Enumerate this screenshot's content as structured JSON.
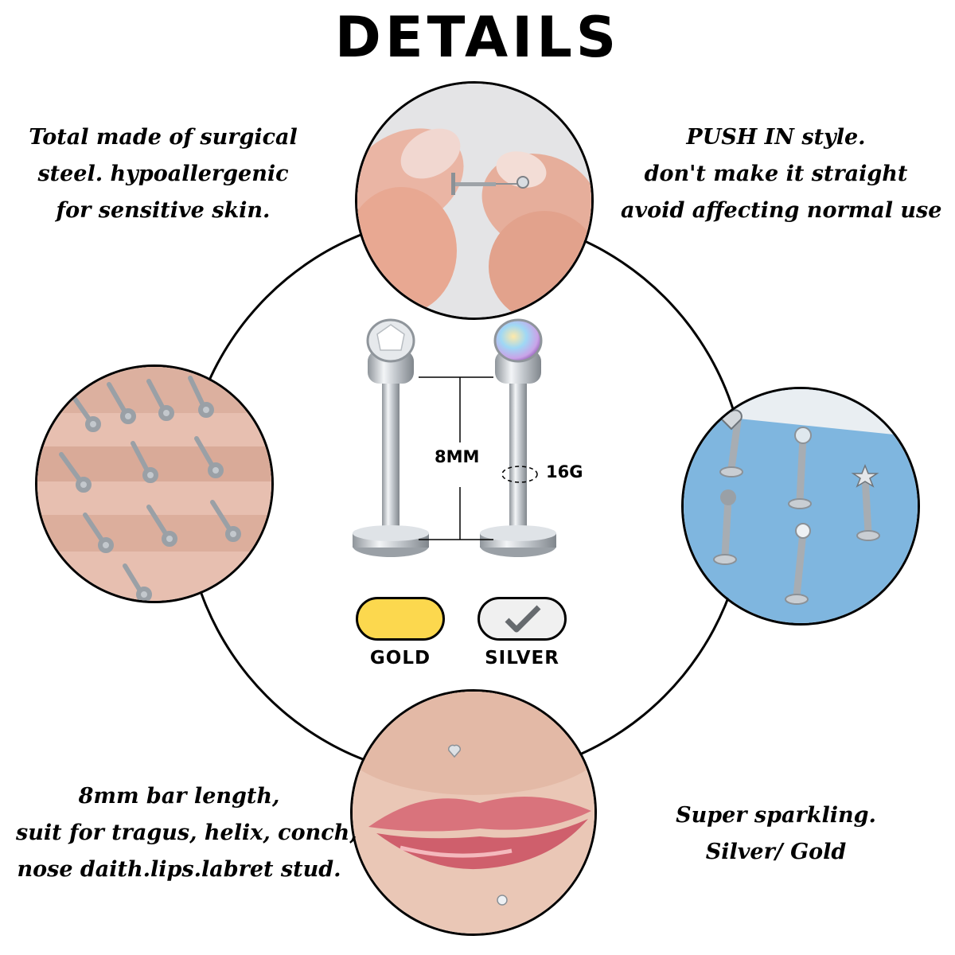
{
  "title": "DETAILS",
  "colors": {
    "gold": "#fcd84e",
    "silver": "#f0f0f0",
    "ring": "#000000"
  },
  "captions": {
    "top_left": [
      "Total made of surgical",
      "steel. hypoallergenic",
      "for sensitive skin."
    ],
    "top_right": [
      "PUSH IN style.",
      "don't make it straight",
      "avoid affecting normal use"
    ],
    "bottom_left": [
      "8mm bar length,",
      "suit for tragus, helix, conch,",
      "nose daith.lips.labret stud."
    ],
    "bottom_right": [
      "Super sparkling.",
      "Silver/ Gold"
    ]
  },
  "measurements": {
    "length": "8MM",
    "gauge": "16G"
  },
  "options": {
    "gold_label": "GOLD",
    "silver_label": "SILVER",
    "selected": "silver",
    "selected_icon": "checkmark-icon"
  }
}
